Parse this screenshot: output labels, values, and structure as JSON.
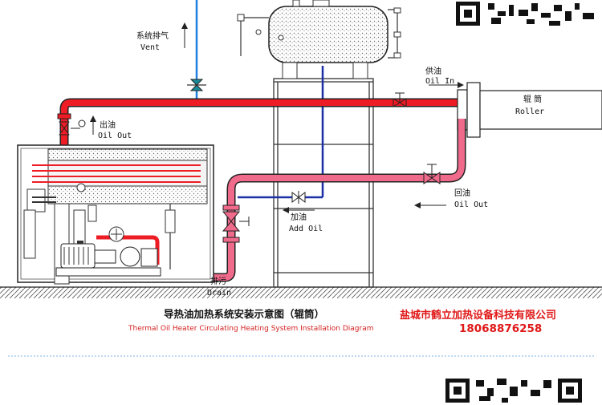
{
  "labels": {
    "vent_cn": "系统排气",
    "vent_en": "Vent",
    "oil_out_top_cn": "出油",
    "oil_out_top_en": "Oil Out",
    "oil_in_cn": "供油",
    "oil_in_en": "Oil In",
    "roller_cn": "辊 筒",
    "roller_en": "Roller",
    "return_cn": "回油",
    "return_en": "Oil Out",
    "add_oil_cn": "加油",
    "add_oil_en": "Add Oil",
    "drain_cn": "排污",
    "drain_en": "Drain"
  },
  "caption": {
    "title_cn": "导热油加热系统安装示意图（辊筒）",
    "title_en": "Thermal Oil Heater Circulating Heating System Installation Diagram",
    "company": "盐城市鹤立加热设备科技有限公司",
    "phone": "18068876258"
  },
  "colors": {
    "hot_pipe": "#ee1c25",
    "return_pipe": "#f06a8c",
    "add_oil_pipe": "#1b2fa6",
    "vent_pipe": "#1f7fe0",
    "line": "#333333",
    "divider": "#7fb3e8"
  }
}
